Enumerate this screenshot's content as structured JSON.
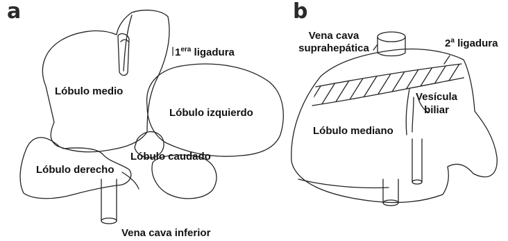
{
  "panel_a": {
    "letter": "a",
    "labels": {
      "ligadura_num": "1",
      "ligadura_sup": "era",
      "ligadura_word": "ligadura",
      "lobulo_medio": "Lóbulo medio",
      "lobulo_izquierdo": "Lóbulo izquierdo",
      "lobulo_caudado": "Lóbulo caudado",
      "lobulo_derecho": "Lóbulo derecho",
      "vena_cava_inferior": "Vena cava inferior"
    }
  },
  "panel_b": {
    "letter": "b",
    "labels": {
      "vena_cava_line1": "Vena cava",
      "vena_cava_line2": "suprahepática",
      "ligadura_num": "2",
      "ligadura_sup": "a",
      "ligadura_word": "ligadura",
      "vesicula_line1": "Vesícula",
      "vesicula_line2": "biliar",
      "lobulo_mediano": "Lóbulo mediano"
    }
  },
  "colors": {
    "ink": "#111111",
    "outline": "#222222",
    "panel_letter": "#2a2a2a"
  }
}
